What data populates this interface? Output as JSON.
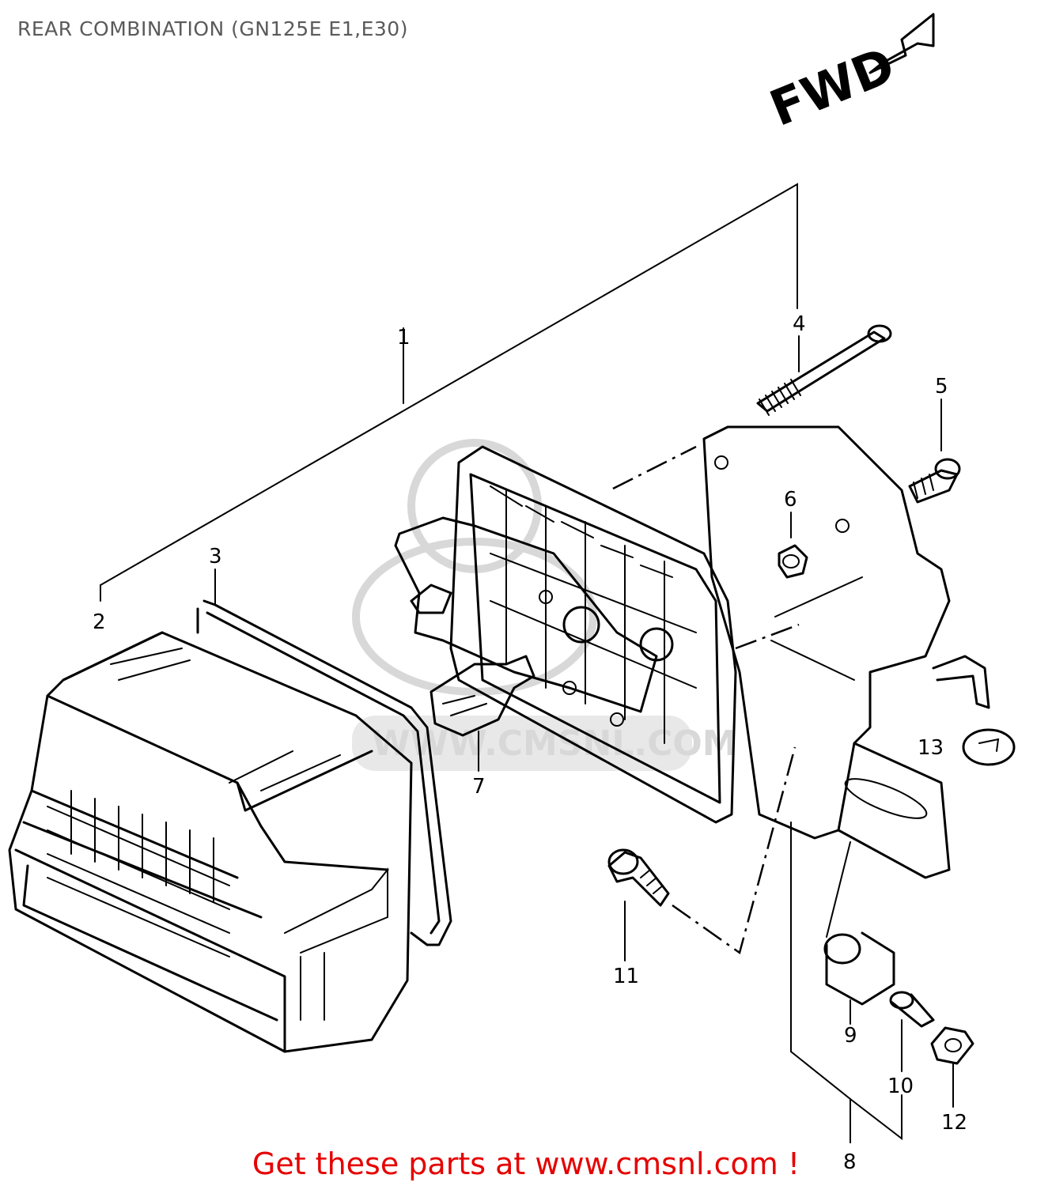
{
  "title": "REAR COMBINATION (GN125E E1,E30)",
  "fwd_label": "FWD",
  "callouts": [
    {
      "id": "1",
      "label": "1"
    },
    {
      "id": "2",
      "label": "2"
    },
    {
      "id": "3",
      "label": "3"
    },
    {
      "id": "4",
      "label": "4"
    },
    {
      "id": "5",
      "label": "5"
    },
    {
      "id": "6",
      "label": "6"
    },
    {
      "id": "7",
      "label": "7"
    },
    {
      "id": "8",
      "label": "8"
    },
    {
      "id": "9",
      "label": "9"
    },
    {
      "id": "10",
      "label": "10"
    },
    {
      "id": "11",
      "label": "11"
    },
    {
      "id": "12",
      "label": "12"
    },
    {
      "id": "13",
      "label": "13"
    }
  ],
  "watermark": "WWW.CMSNL.COM",
  "footer": "Get these parts at www.cmsnl.com !"
}
